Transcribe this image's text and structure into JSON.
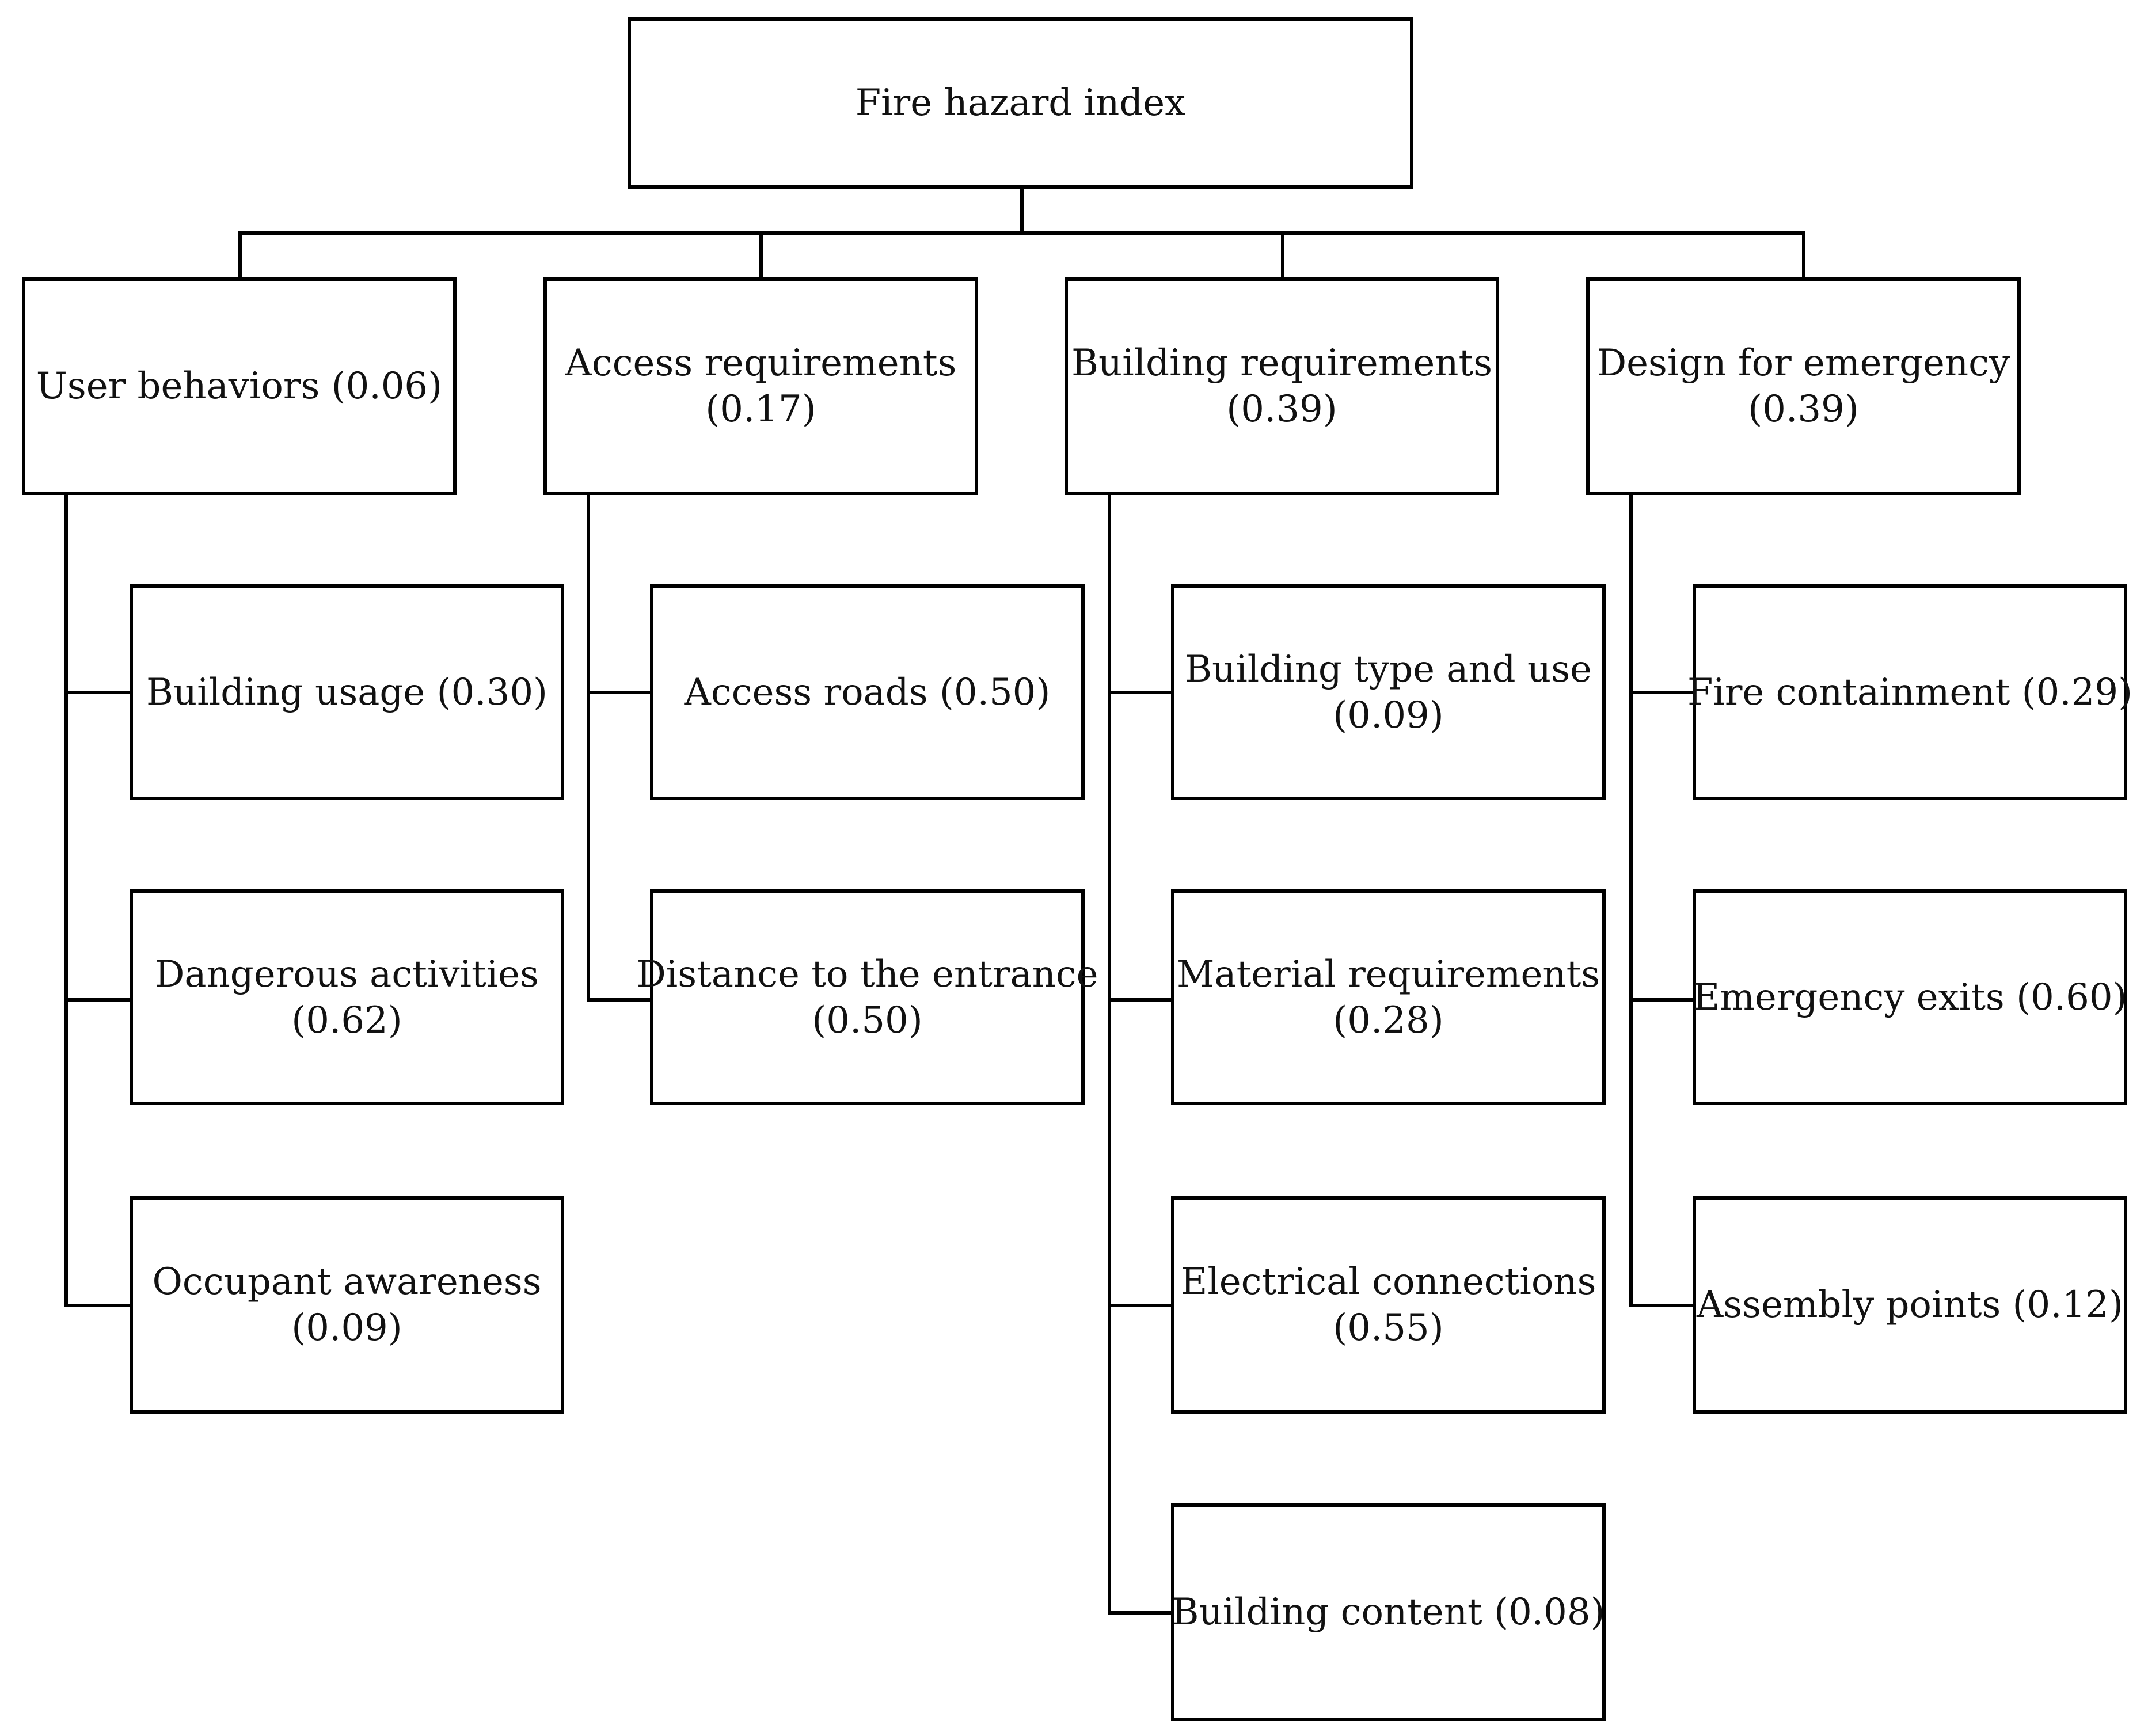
{
  "root": {
    "label": "Fire hazard index"
  },
  "categories": [
    {
      "name": "User behaviors",
      "weight": "(0.06)",
      "children": [
        {
          "name": "Building usage",
          "weight": "(0.30)"
        },
        {
          "name": "Dangerous activities",
          "weight": "(0.62)"
        },
        {
          "name": "Occupant awareness",
          "weight": "(0.09)"
        }
      ]
    },
    {
      "name": "Access requirements",
      "weight": "(0.17)",
      "children": [
        {
          "name": "Access roads",
          "weight": "(0.50)"
        },
        {
          "name": "Distance to the entrance",
          "weight": "(0.50)"
        }
      ]
    },
    {
      "name": "Building requirements",
      "weight": "(0.39)",
      "children": [
        {
          "name": "Building type and use",
          "weight": "(0.09)"
        },
        {
          "name": "Material requirements",
          "weight": "(0.28)"
        },
        {
          "name": "Electrical connections",
          "weight": "(0.55)"
        },
        {
          "name": "Building content",
          "weight": "(0.08)"
        }
      ]
    },
    {
      "name": "Design for emergency",
      "weight": "(0.39)",
      "children": [
        {
          "name": "Fire containment",
          "weight": "(0.29)"
        },
        {
          "name": "Emergency exits",
          "weight": "(0.60)"
        },
        {
          "name": "Assembly points",
          "weight": "(0.12)"
        }
      ]
    }
  ]
}
